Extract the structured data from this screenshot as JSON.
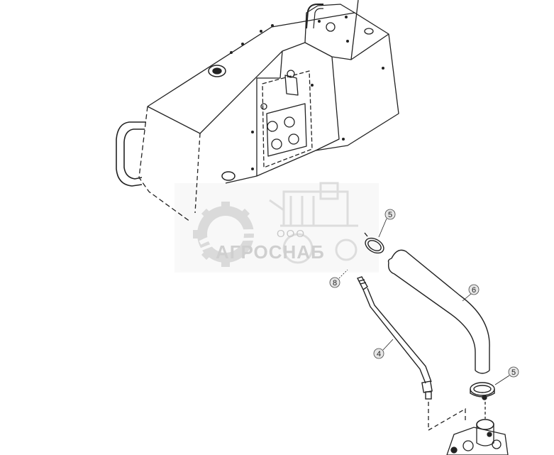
{
  "diagram": {
    "callouts": [
      {
        "id": "c5a",
        "label": "5"
      },
      {
        "id": "c8",
        "label": "8"
      },
      {
        "id": "c6",
        "label": "6"
      },
      {
        "id": "c4",
        "label": "4"
      },
      {
        "id": "c5b",
        "label": "5"
      }
    ],
    "watermark": {
      "subtitle": "ООО",
      "title": "АГРОСНАБ"
    },
    "colors": {
      "line": "#222222",
      "watermark": "#a8a8a8",
      "callout_fill": "#e6e6e6"
    }
  }
}
